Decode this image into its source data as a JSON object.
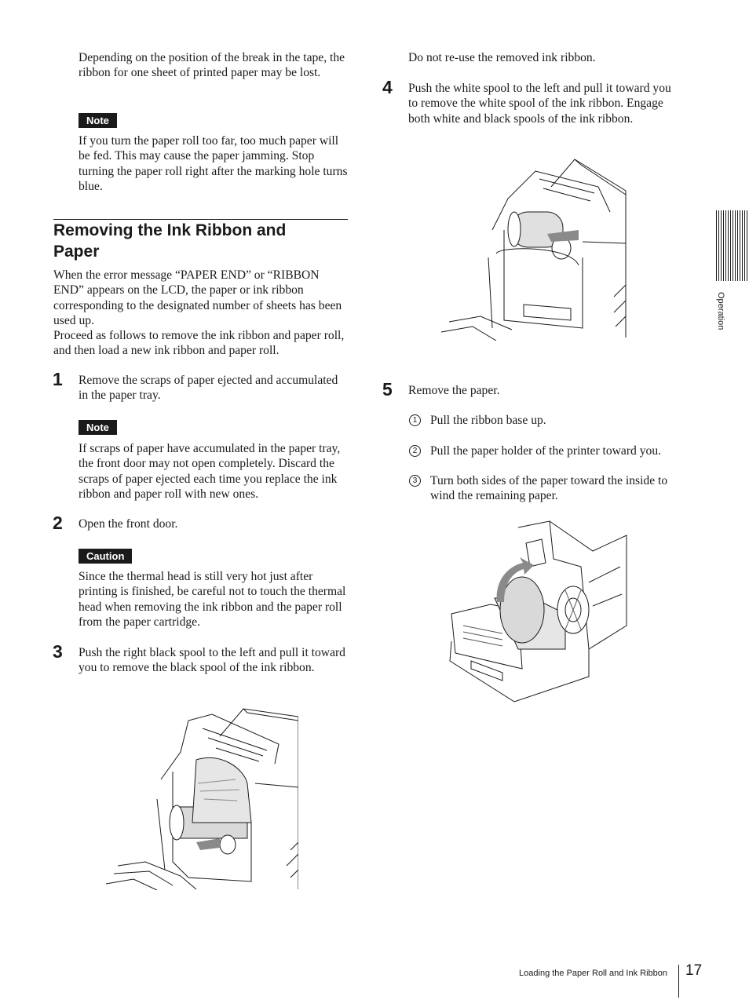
{
  "left_column": {
    "intro_para": "Depending on the position of the break in the tape, the ribbon for one sheet of printed paper may be lost.",
    "note1_label": "Note",
    "note1_text": "If you turn the paper roll too far, too much paper will be fed. This may cause the paper jamming. Stop turning the paper roll right after the marking hole turns blue.",
    "section_heading": "Removing the Ink Ribbon and Paper",
    "section_intro_1": "When the error message “PAPER END” or “RIBBON END” appears on the LCD, the paper or ink ribbon corresponding to the designated number of sheets has been used up.",
    "section_intro_2": "Proceed as follows to remove the ink ribbon and paper roll, and then load a new ink ribbon and paper roll.",
    "step1": {
      "number": "1",
      "text": "Remove the scraps of paper ejected and accumulated in the paper tray."
    },
    "note2_label": "Note",
    "note2_text": "If scraps of paper have accumulated in the paper tray, the front door may not open completely. Discard the scraps of paper ejected each time you replace the ink ribbon and paper roll with new ones.",
    "step2": {
      "number": "2",
      "text": "Open the front door."
    },
    "caution_label": "Caution",
    "caution_text": "Since the thermal head is still very hot just after printing is finished, be careful not to touch the thermal head when removing the ink ribbon and the paper roll from the paper cartridge.",
    "step3": {
      "number": "3",
      "text": "Push the right black spool to the left and pull it toward you to remove the black spool of the ink ribbon."
    }
  },
  "right_column": {
    "reuse_note": "Do not re-use the removed ink ribbon.",
    "step4": {
      "number": "4",
      "text": "Push the white spool to the left and pull it toward you to remove the white spool of the ink ribbon. Engage both white and black spools of the ink ribbon."
    },
    "step5": {
      "number": "5",
      "text": "Remove the paper.",
      "substeps": [
        {
          "marker": "1",
          "text": "Pull the ribbon base up."
        },
        {
          "marker": "2",
          "text": "Pull the paper holder of the printer toward you."
        },
        {
          "marker": "3",
          "text": "Turn both sides of the paper toward the inside to wind the remaining paper."
        }
      ]
    }
  },
  "side_tab": {
    "label": "Operation"
  },
  "footer": {
    "title": "Loading the Paper Roll and Ink Ribbon",
    "page_number": "17"
  },
  "colors": {
    "text": "#1a1a1a",
    "label_bg": "#1a1a1a",
    "label_text": "#ffffff",
    "illustration_fill": "#d9d9d9"
  }
}
